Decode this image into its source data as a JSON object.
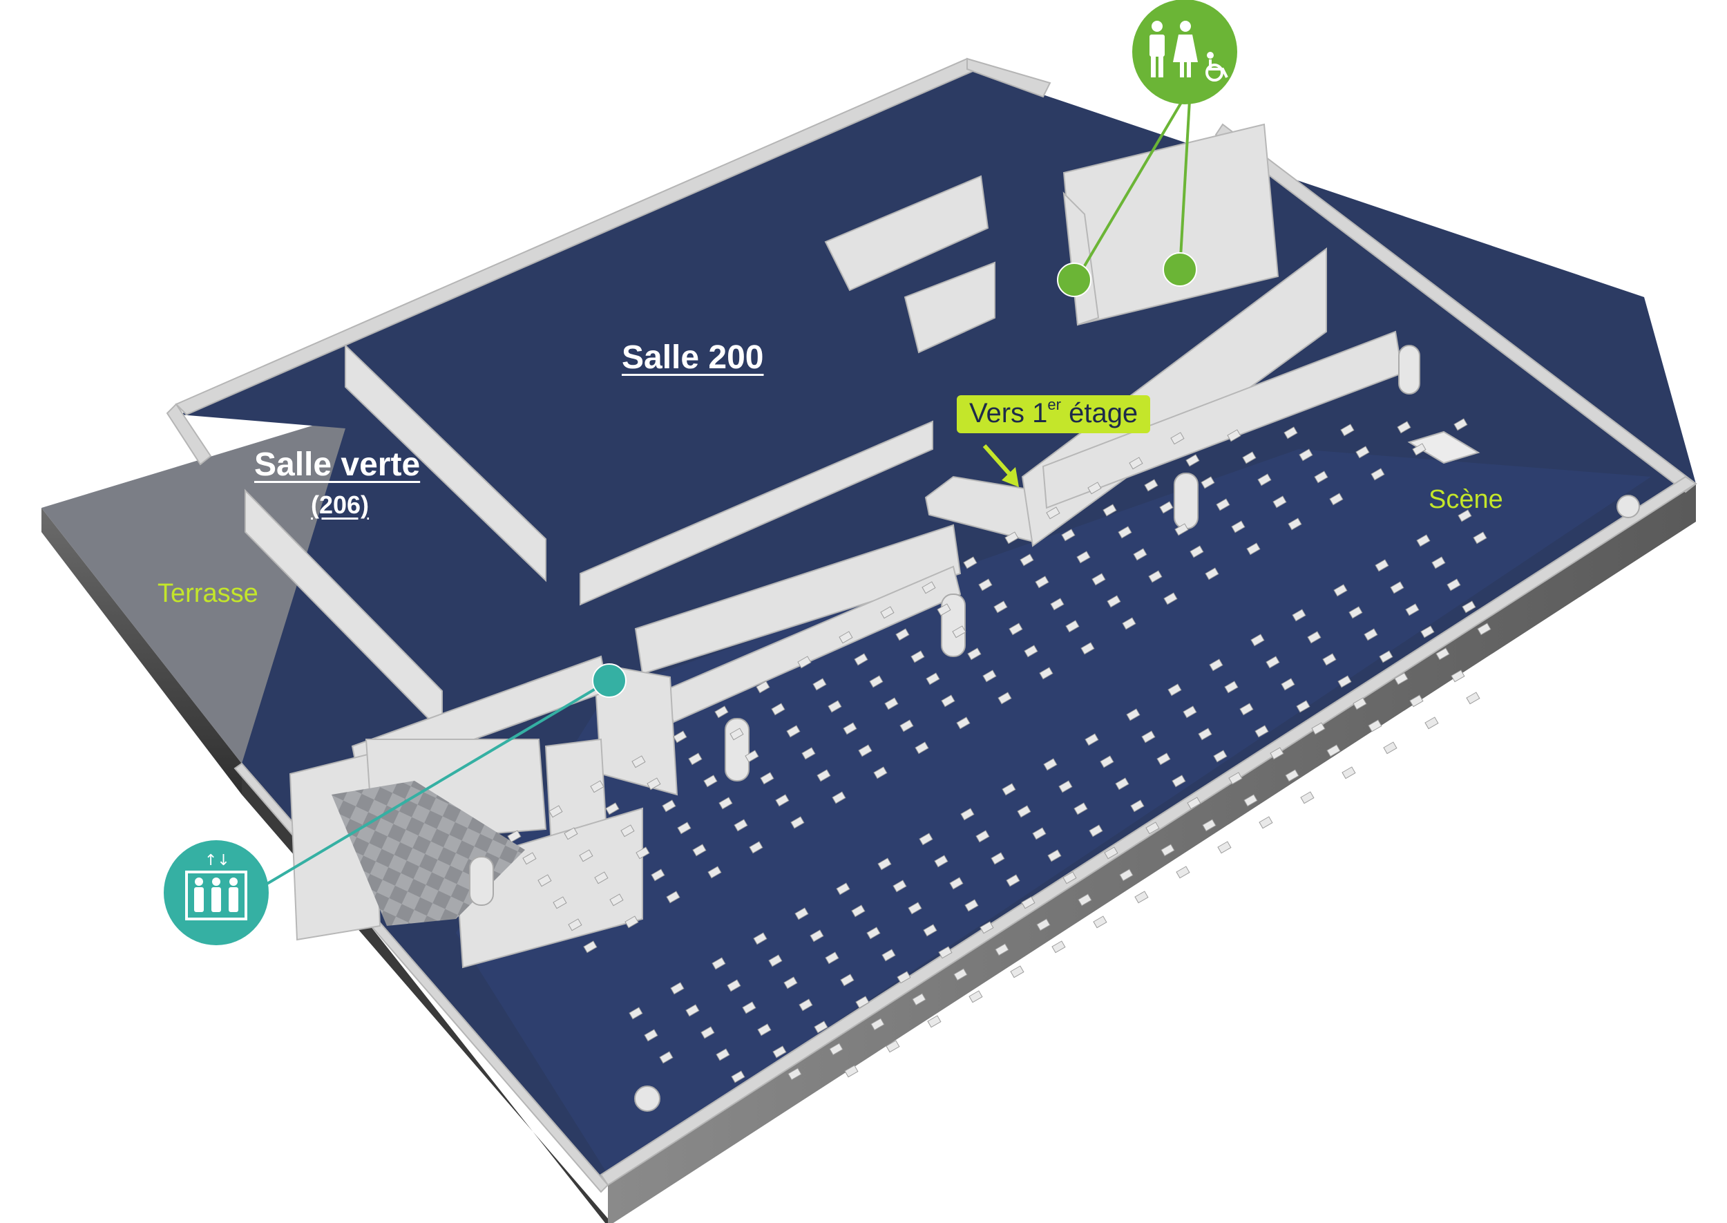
{
  "labels": {
    "salle_200": "Salle 200",
    "salle_verte": "Salle verte",
    "salle_verte_number": "(206)",
    "terrasse": "Terrasse",
    "scene": "Scène",
    "stairs_callout": {
      "text": "Vers 1",
      "sup": "er",
      "suffix": " étage"
    }
  },
  "icons": {
    "restrooms": "restroom-accessible-icon",
    "elevators": "elevator-icon"
  },
  "colors": {
    "floor": "#2c3b63",
    "wall": "#d9d9d9",
    "restroom_accent": "#6bb536",
    "elevator_accent": "#35b0a3",
    "label_accent": "#c4e62a"
  }
}
